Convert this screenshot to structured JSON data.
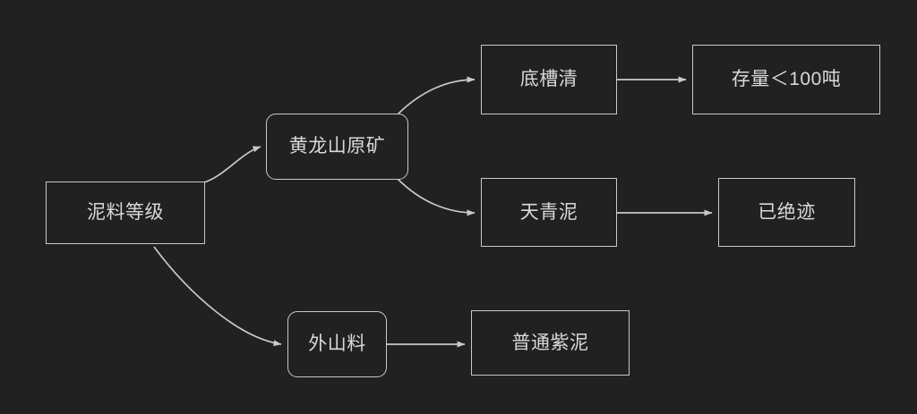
{
  "diagram": {
    "type": "flowchart",
    "direction": "left-to-right",
    "background_color": "#212121",
    "stroke_color": "#c9c9c9",
    "text_color": "#d9d9d9",
    "nodes": [
      {
        "id": "niliaodengji",
        "label": "泥料等级",
        "shape": "rectangle",
        "level": 0
      },
      {
        "id": "huanglongshan",
        "label": "黄龙山原矿",
        "shape": "rounded-rectangle",
        "level": 1
      },
      {
        "id": "waishanliao",
        "label": "外山料",
        "shape": "rounded-rectangle",
        "level": 1
      },
      {
        "id": "dicaoqing",
        "label": "底槽清",
        "shape": "rectangle",
        "level": 2
      },
      {
        "id": "tianqingni",
        "label": "天青泥",
        "shape": "rectangle",
        "level": 2
      },
      {
        "id": "putongzini",
        "label": "普通紫泥",
        "shape": "rectangle",
        "level": 2
      },
      {
        "id": "cunliang",
        "label": "存量＜100吨",
        "shape": "rectangle",
        "level": 3
      },
      {
        "id": "yijuejii",
        "label": "已绝迹",
        "shape": "rectangle",
        "level": 3
      }
    ],
    "edges": [
      {
        "id": "edge-niliao-huanglong",
        "from": "泥料等级",
        "to": "黄龙山原矿",
        "style": "curved",
        "arrow": "triangle"
      },
      {
        "id": "edge-niliao-waishan",
        "from": "泥料等级",
        "to": "外山料",
        "style": "curved",
        "arrow": "triangle"
      },
      {
        "id": "edge-huanglong-dicao",
        "from": "黄龙山原矿",
        "to": "底槽清",
        "style": "curved",
        "arrow": "triangle"
      },
      {
        "id": "edge-huanglong-tianqing",
        "from": "黄龙山原矿",
        "to": "天青泥",
        "style": "curved",
        "arrow": "triangle"
      },
      {
        "id": "edge-dicao-cunliang",
        "from": "底槽清",
        "to": "存量＜100吨",
        "style": "straight",
        "arrow": "triangle"
      },
      {
        "id": "edge-tianqing-yijue",
        "from": "天青泥",
        "to": "已绝迹",
        "style": "straight",
        "arrow": "triangle"
      },
      {
        "id": "edge-waishan-putong",
        "from": "外山料",
        "to": "普通紫泥",
        "style": "straight",
        "arrow": "triangle"
      }
    ]
  }
}
